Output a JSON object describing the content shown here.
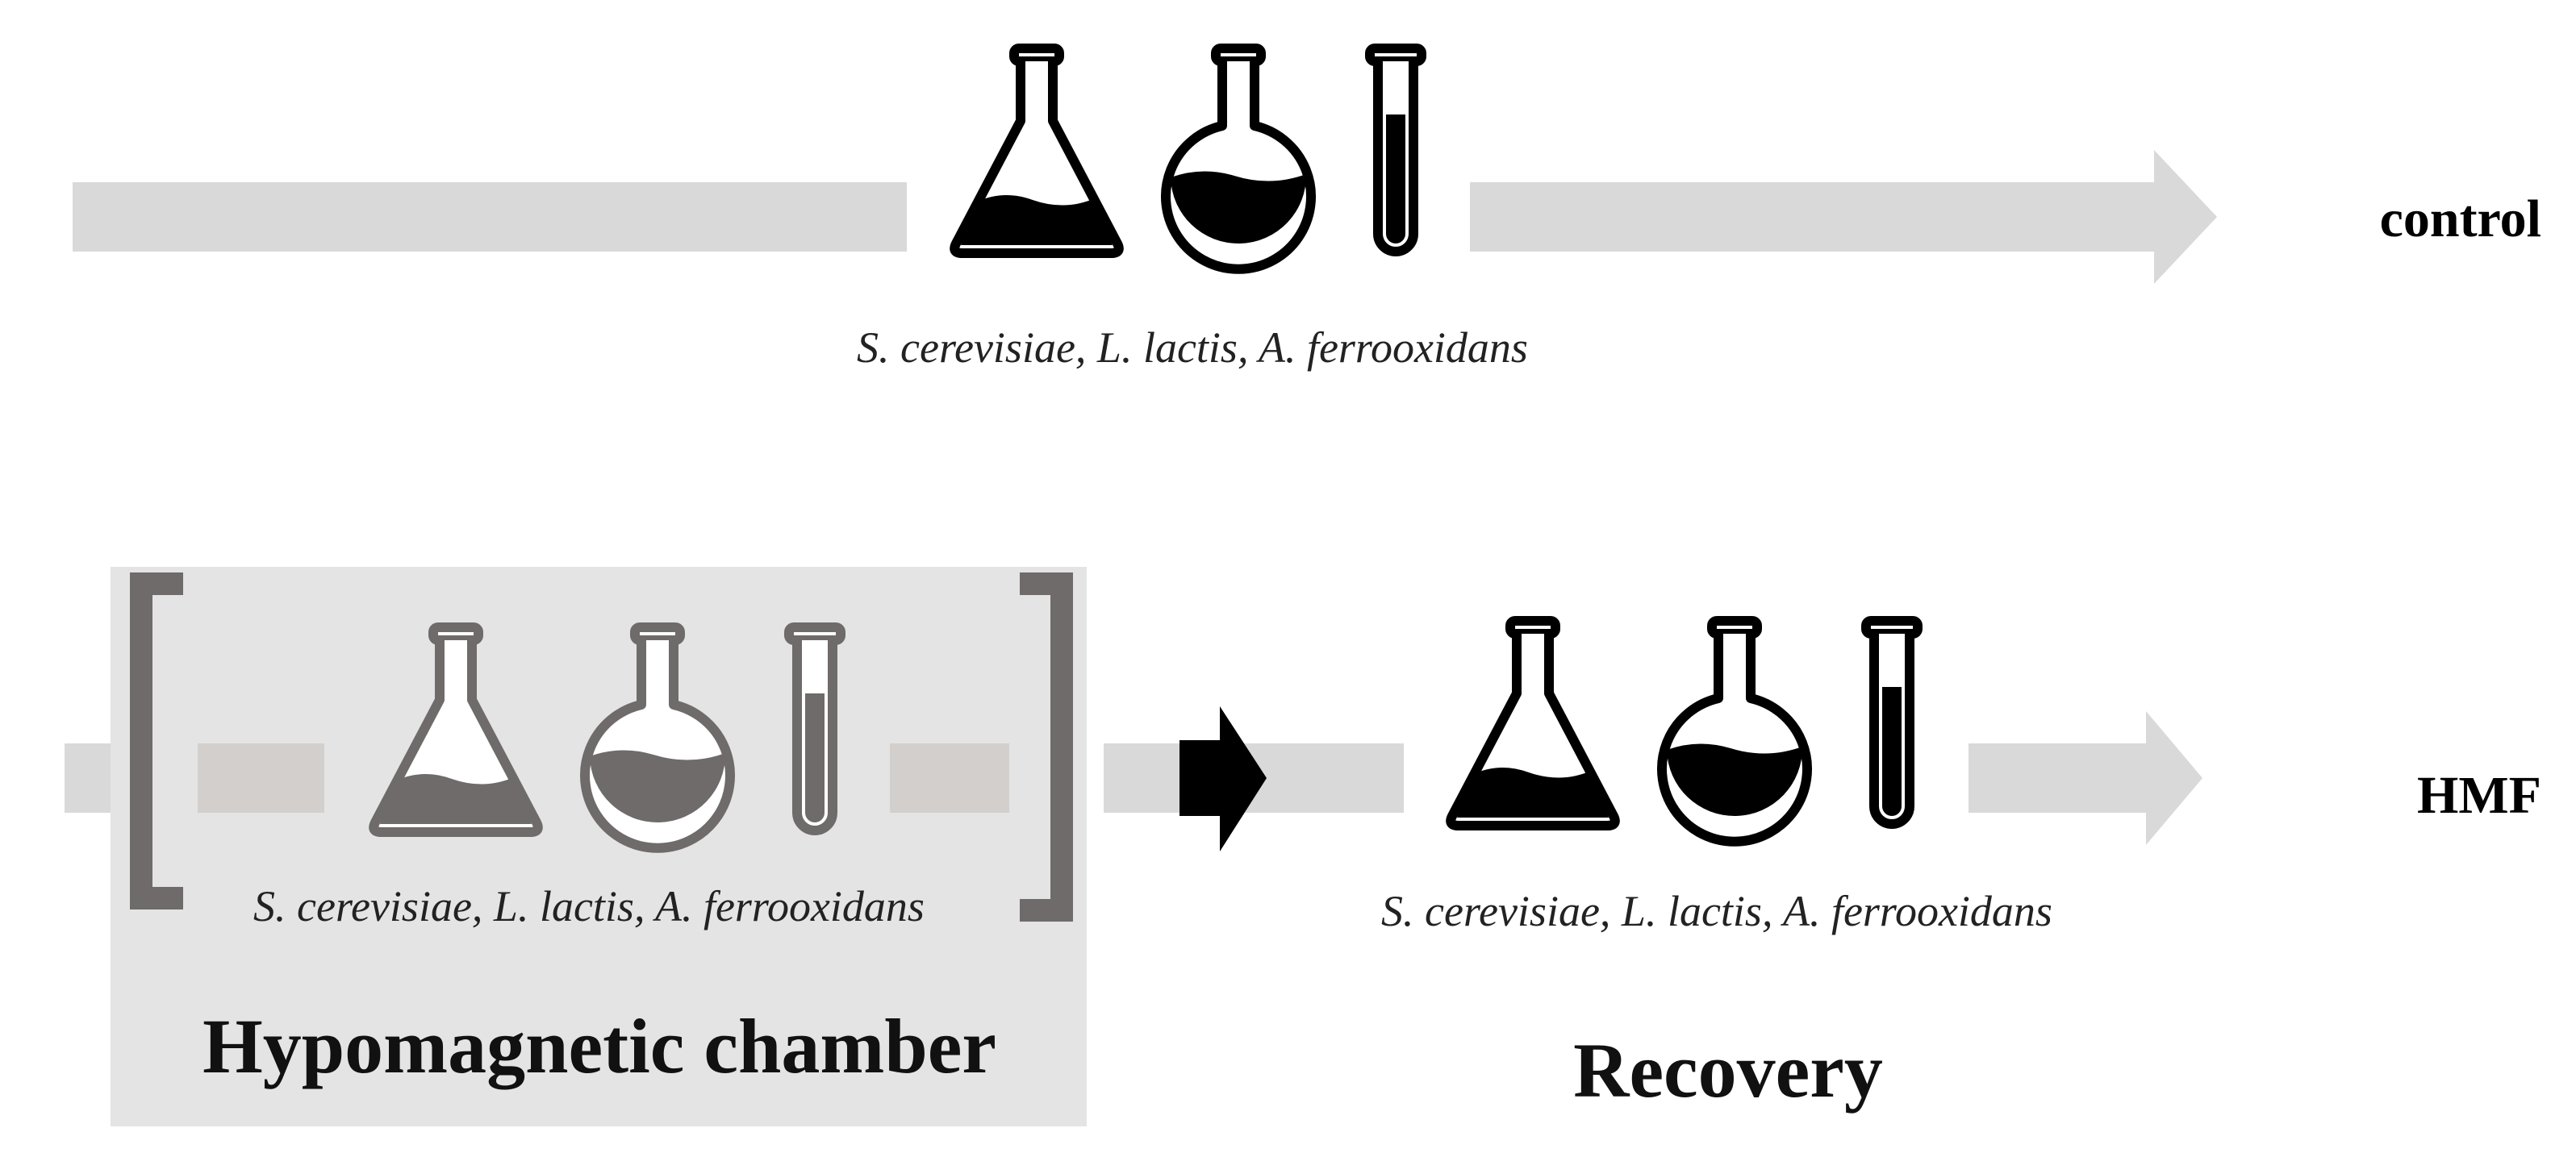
{
  "rows": {
    "control": {
      "label": "control",
      "organisms": "S. cerevisiae, L. lactis, A. ferrooxidans"
    },
    "hmf": {
      "label": "HMF",
      "chamber": {
        "organisms": "S. cerevisiae, L. lactis, A. ferrooxidans",
        "title": "Hypomagnetic chamber"
      },
      "recovery": {
        "organisms": "S. cerevisiae, L. lactis, A. ferrooxidans",
        "title": "Recovery"
      }
    }
  },
  "icons": [
    "conical-flask-icon",
    "round-flask-icon",
    "test-tube-icon"
  ],
  "colors": {
    "arrow": "#d9d9d9",
    "chamber_bg": "#e4e4e4",
    "bracket": "#6e6b6a",
    "chamber_icon": "#6e6b6a",
    "icon": "#000000"
  }
}
